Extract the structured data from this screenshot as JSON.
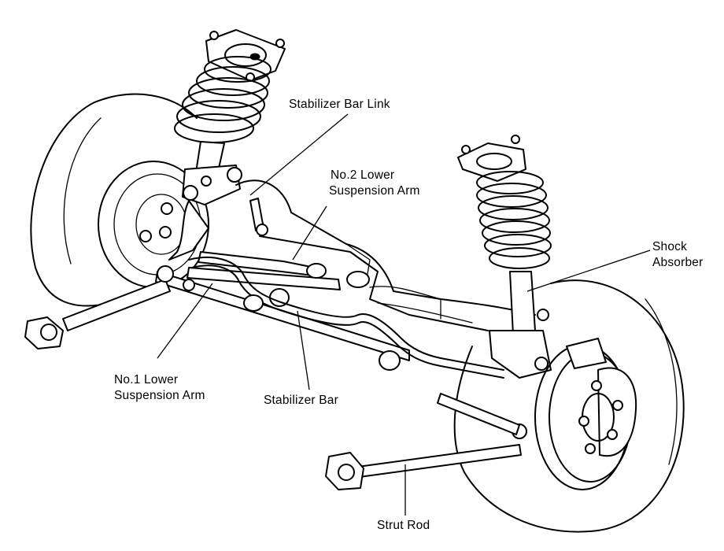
{
  "labels": {
    "stabilizer_bar_link": "Stabilizer Bar Link",
    "no2_lower_arm_line1": "No.2 Lower",
    "no2_lower_arm_line2": "Suspension Arm",
    "shock_absorber_line1": "Shock",
    "shock_absorber_line2": "Absorber",
    "no1_lower_arm_line1": "No.1 Lower",
    "no1_lower_arm_line2": "Suspension Arm",
    "stabilizer_bar": "Stabilizer Bar",
    "strut_rod": "Strut Rod"
  }
}
